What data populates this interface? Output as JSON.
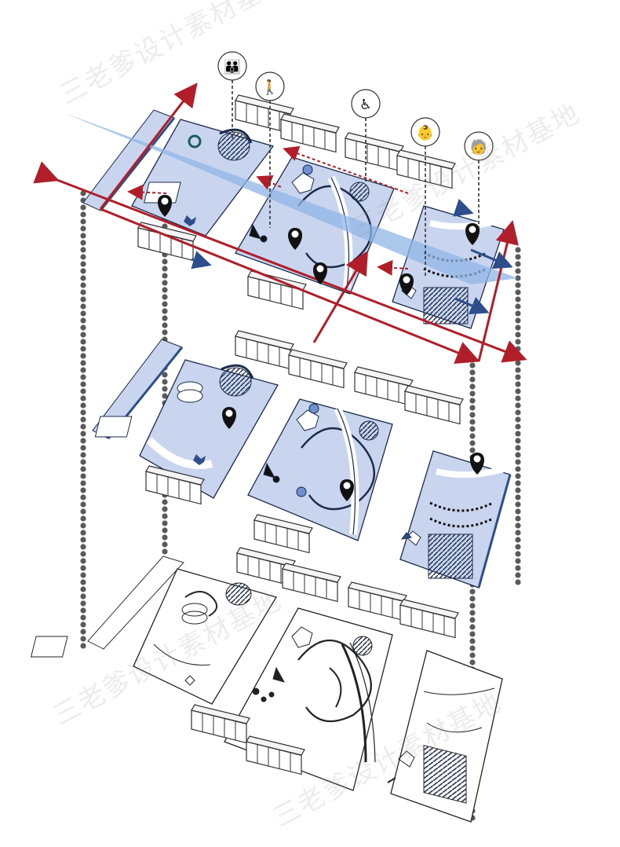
{
  "watermarks": [
    "三老爹设计素材基地",
    "三老爹设计素材基地",
    "三老爹设计素材基地",
    "三老爹设计素材基地"
  ],
  "colors": {
    "plate_fill": "#c9d5ef",
    "plate_stroke": "#1b2a4a",
    "accent_red": "#b01e2a",
    "flow_blue": "#8fb4e6",
    "arrow_navy": "#2c4f8c",
    "marker": "#111111",
    "dot_column": "#5a5a5a",
    "building": "#ffffff"
  },
  "user_icons": [
    {
      "name": "family-icon",
      "glyph": "👪"
    },
    {
      "name": "dog-walker-icon",
      "glyph": "🚶"
    },
    {
      "name": "wheelchair-icon",
      "glyph": "♿"
    },
    {
      "name": "parent-stroller-icon",
      "glyph": "👶"
    },
    {
      "name": "elderly-icon",
      "glyph": "🧓"
    }
  ]
}
